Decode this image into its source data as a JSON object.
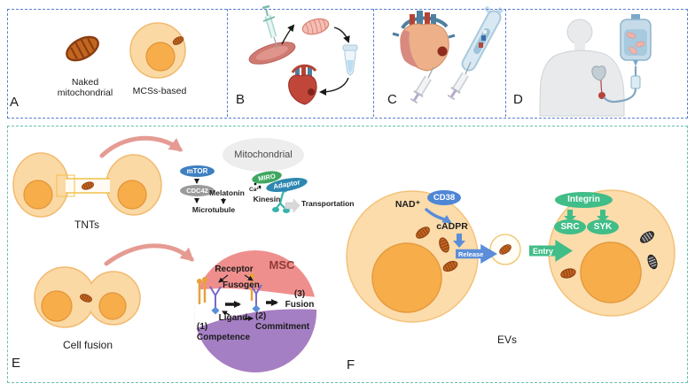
{
  "panelA": {
    "letter": "A",
    "naked_label": "Naked\nmitochondrial",
    "mcs_label": "MCSs-based"
  },
  "panelB": {
    "letter": "B"
  },
  "panelC": {
    "letter": "C"
  },
  "panelD": {
    "letter": "D"
  },
  "panelE": {
    "letter": "E",
    "tnts_label": "TNTs",
    "cell_fusion_label": "Cell fusion",
    "mechanism": {
      "title": "Mitochondrial",
      "mtor": "mTOR",
      "cdc42": "CDC42",
      "melatonin": "Melatonin",
      "microtubule": "Microtubule",
      "miro": "MIRO",
      "adaptor": "Adaptor",
      "ca": "Ca²⁺",
      "kinesin": "Kinesin",
      "transportation": "Transportation"
    },
    "fusion_diagram": {
      "msc": "MSC",
      "receptor": "Receptor",
      "fusogen": "Fusogen",
      "ligand": "Ligand",
      "step1": "(1)\nCompetence",
      "step2": "(2)\nCommitment",
      "step3": "(3)\nFusion"
    }
  },
  "panelF": {
    "letter": "F",
    "evs_label": "EVs",
    "nad": "NAD⁺",
    "cd38": "CD38",
    "cadpr": "cADPR",
    "release": "Release",
    "entry": "Entry",
    "integrin": "Integrin",
    "src": "SRC",
    "syk": "SYK"
  },
  "colors": {
    "top_panel_border": "#5b7fd0",
    "bottom_panel_border": "#68c0ae",
    "cell_fill": "#fbd9a4",
    "cell_outline": "#f1ba70",
    "nucleus_fill": "#f7ad49",
    "mitochondrion_brown": "#c2661f",
    "mitochondrion_dark": "#3e3e3e",
    "mitochondrion_pink": "#f5beb4",
    "mtor_badge": "#3d7fc1",
    "cdc42_badge": "#9b9b9b",
    "miro_badge": "#3fa75f",
    "adaptor_badge": "#2d87b0",
    "kinesin_teal": "#35b3ab",
    "cd38_badge": "#4f86d6",
    "blue_arrow": "#5b8dd9",
    "green_badge": "#41bd88",
    "msc_pink": "#ef8f8d",
    "msc_purple": "#a57fc4",
    "msc_text": "#8e3b35",
    "pink_arrow": "#e59b93"
  }
}
